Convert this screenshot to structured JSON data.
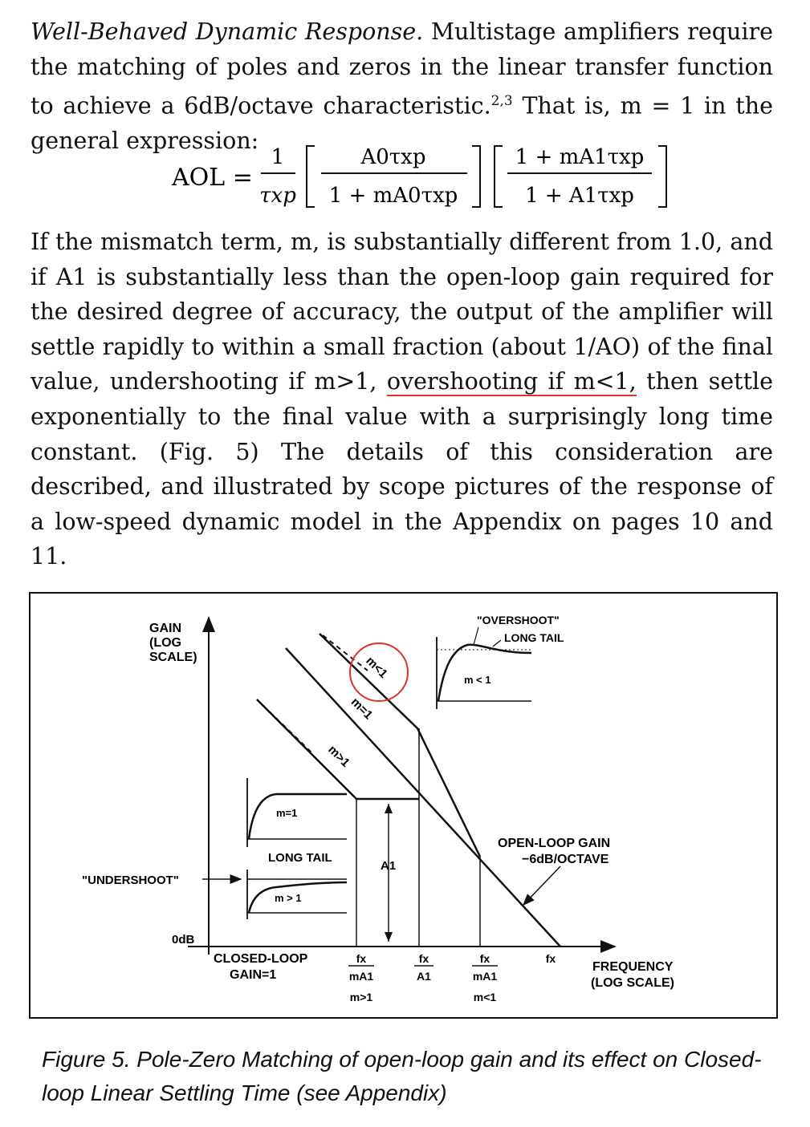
{
  "paragraph1": {
    "lead": "Well-Behaved Dynamic Response.",
    "text": " Multistage amplifiers require the matching of poles and zeros in the linear transfer function to achieve a 6dB/octave characteristic.",
    "refs": "2,3",
    "tail": " That is, m = 1 in the general expression:"
  },
  "equation": {
    "lhs": "AOL =",
    "factor_num": "1",
    "factor_den": "τxp",
    "f1_num": "A0τxp",
    "f1_den": "1 + mA0τxp",
    "f2_num": "1 + mA1τxp",
    "f2_den": "1 + A1τxp"
  },
  "paragraph2": {
    "before": "If the mismatch term, m, is substantially different from 1.0, and if A1 is substantially less than the open-loop gain required for the desired degree of accuracy, the output of the amplifier will settle rapidly to within a small fraction (about 1/AO) of the final value, undershooting if m>1, ",
    "underlined": "overshooting if m<1,",
    "after": " then settle exponentially to the final value with a surprisingly long time constant. (Fig. 5) The details of this consideration are described, and illustrated by scope pictures of the response of a low-speed dynamic model in the Appendix on pages 10 and 11."
  },
  "figure": {
    "y_axis_label": [
      "GAIN",
      "(LOG",
      "SCALE)"
    ],
    "odb": "0dB",
    "freq_label": [
      "FREQUENCY",
      "(LOG SCALE)"
    ],
    "closed_loop": [
      "CLOSED-LOOP",
      "GAIN=1"
    ],
    "curve_m_lt": "m<1",
    "curve_m_eq": "m=1",
    "curve_m_gt": "m>1",
    "a1": "A1",
    "open_loop": [
      "OPEN-LOOP GAIN",
      "−6dB/OCTAVE"
    ],
    "overshoot": "\"OVERSHOOT\"",
    "long_tail": "LONG TAIL",
    "undershoot": "\"UNDERSHOOT\"",
    "inset_m_lt": "m < 1",
    "inset_m_eq": "m=1",
    "inset_m_gt": "m > 1",
    "tick1": [
      "fx",
      "mA1",
      "m>1"
    ],
    "tick2": [
      "fx",
      "A1"
    ],
    "tick3": [
      "fx",
      "mA1",
      "m<1"
    ],
    "tick4": "fx",
    "highlight_color": "#d32"
  },
  "caption": "Figure 5. Pole-Zero Matching of open-loop gain and its effect on Closed-loop Linear Settling Time (see Appendix)"
}
